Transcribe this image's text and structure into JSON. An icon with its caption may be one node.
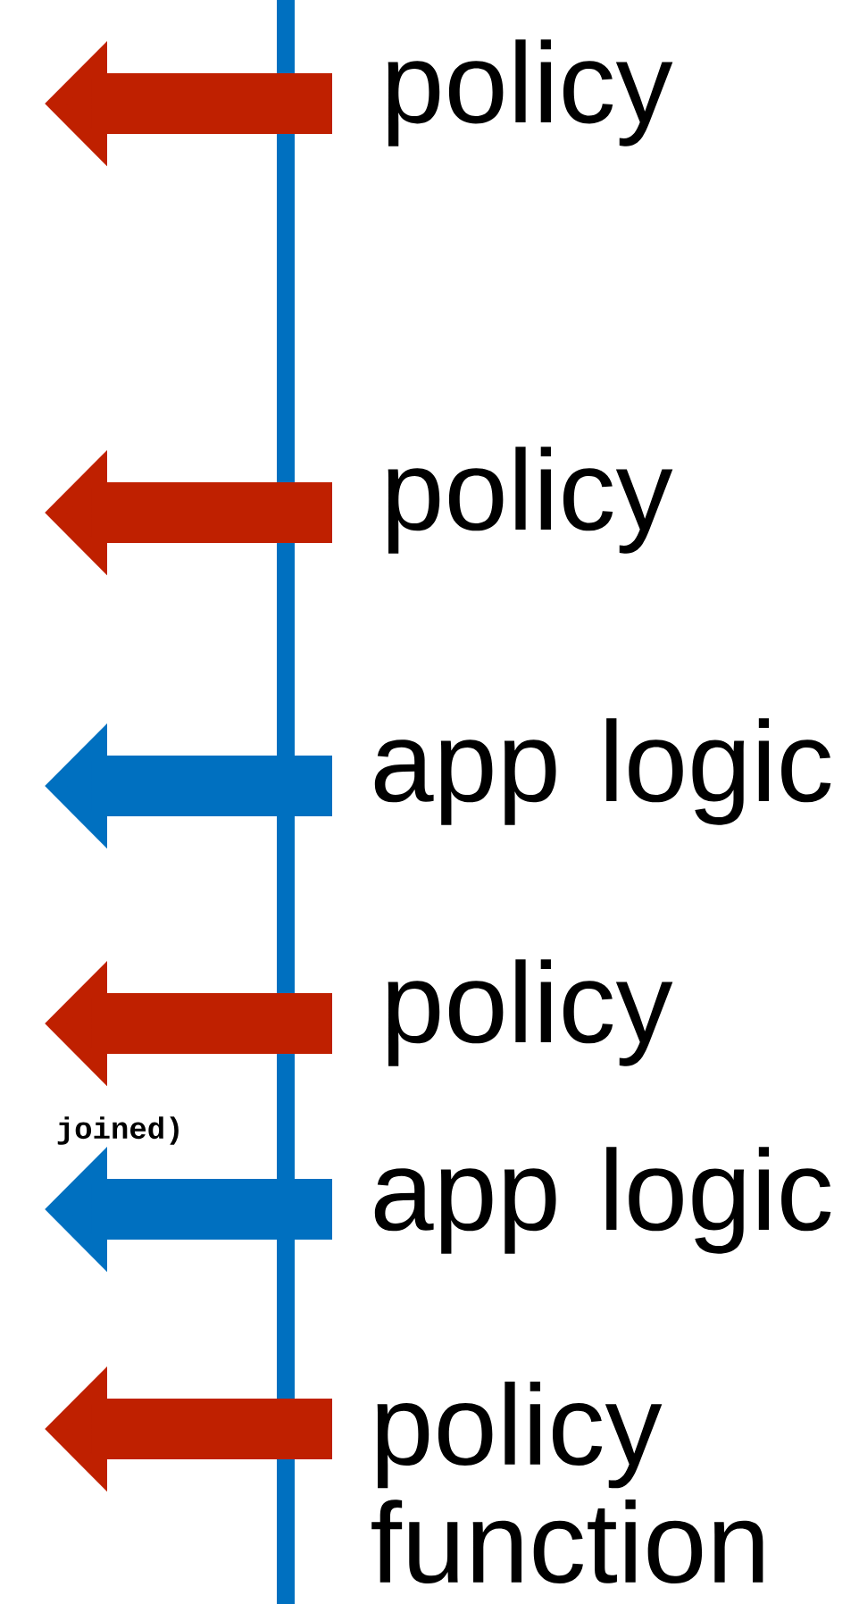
{
  "diagram": {
    "nodes": [
      {
        "text": [
          "policy"
        ]
      },
      {
        "text": [
          "policy"
        ]
      },
      {
        "text": [
          "app logic"
        ]
      },
      {
        "text": [
          "policy"
        ]
      },
      {
        "text": [
          "app logic"
        ]
      },
      {
        "text": [
          "policy function"
        ]
      }
    ],
    "edges": [
      {
        "from": 0,
        "to": null,
        "arrow": "to"
      },
      {
        "from": 1,
        "to": null,
        "arrow": "to"
      },
      {
        "from": 2,
        "to": null,
        "arrow": "to",
        "color": "#0070c0"
      },
      {
        "from": 3,
        "to": null,
        "arrow": "to"
      },
      {
        "from": 4,
        "to": null,
        "arrow": "to",
        "color": "#0070c0"
      },
      {
        "from": 5,
        "to": null,
        "arrow": "to"
      }
    ],
    "labels": [
      "joined)"
    ]
  }
}
